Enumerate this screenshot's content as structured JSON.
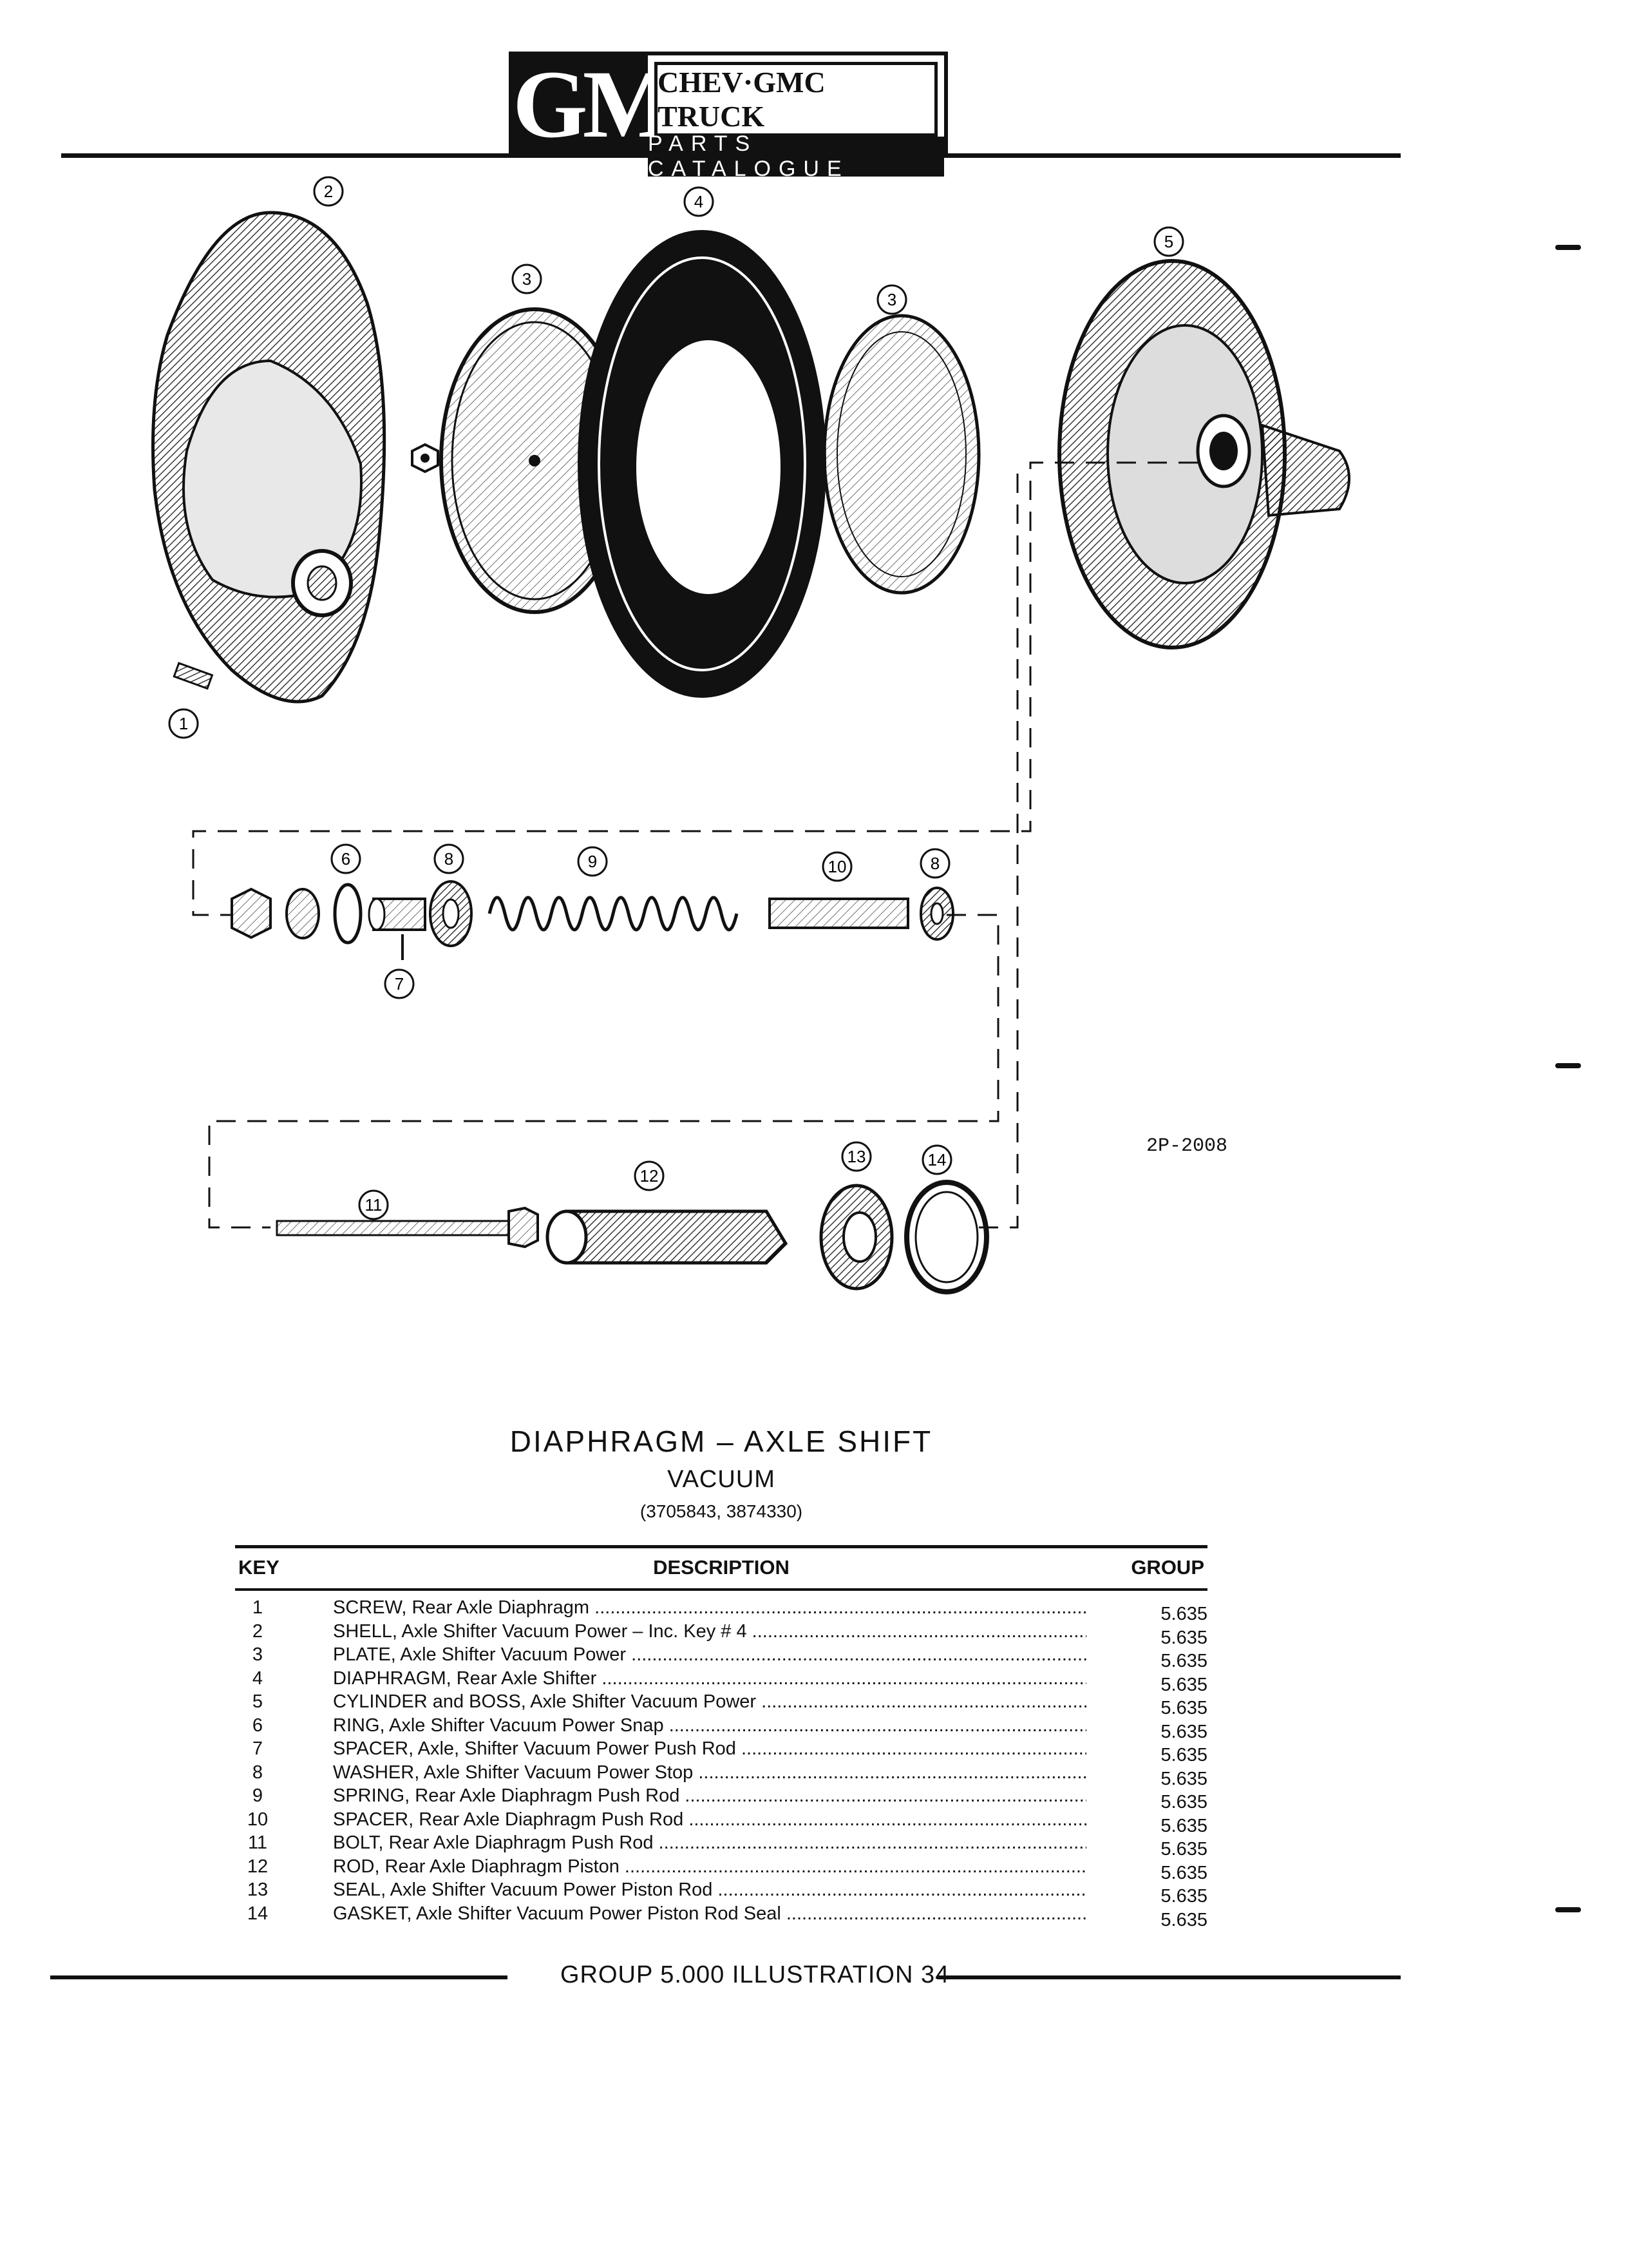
{
  "header": {
    "logo_text": "GM",
    "brand_line": "CHEV·GMC TRUCK",
    "catalogue_line": "PARTS CATALOGUE"
  },
  "illustration": {
    "ref_code": "2P-2008",
    "callouts": [
      "1",
      "2",
      "3",
      "3",
      "4",
      "5",
      "6",
      "7",
      "8",
      "8",
      "9",
      "10",
      "11",
      "12",
      "13",
      "14"
    ]
  },
  "title": {
    "line1": "DIAPHRAGM – AXLE SHIFT",
    "line2": "VACUUM",
    "line3": "(3705843, 3874330)"
  },
  "table": {
    "headers": {
      "key": "KEY",
      "description": "DESCRIPTION",
      "group": "GROUP"
    },
    "rows": [
      {
        "key": "1",
        "description": "SCREW, Rear Axle Diaphragm",
        "group": "5.635"
      },
      {
        "key": "2",
        "description": "SHELL, Axle Shifter Vacuum Power – Inc. Key # 4",
        "group": "5.635"
      },
      {
        "key": "3",
        "description": "PLATE, Axle Shifter Vacuum Power",
        "group": "5.635"
      },
      {
        "key": "4",
        "description": "DIAPHRAGM, Rear Axle Shifter",
        "group": "5.635"
      },
      {
        "key": "5",
        "description": "CYLINDER and BOSS, Axle Shifter Vacuum Power",
        "group": "5.635"
      },
      {
        "key": "6",
        "description": "RING, Axle Shifter Vacuum Power Snap",
        "group": "5.635"
      },
      {
        "key": "7",
        "description": "SPACER, Axle, Shifter Vacuum Power Push Rod",
        "group": "5.635"
      },
      {
        "key": "8",
        "description": "WASHER, Axle Shifter Vacuum Power Stop",
        "group": "5.635"
      },
      {
        "key": "9",
        "description": "SPRING, Rear Axle Diaphragm Push Rod",
        "group": "5.635"
      },
      {
        "key": "10",
        "description": "SPACER, Rear Axle Diaphragm Push Rod",
        "group": "5.635"
      },
      {
        "key": "11",
        "description": "BOLT, Rear Axle Diaphragm Push Rod",
        "group": "5.635"
      },
      {
        "key": "12",
        "description": "ROD, Rear Axle Diaphragm Piston",
        "group": "5.635"
      },
      {
        "key": "13",
        "description": "SEAL, Axle Shifter Vacuum Power Piston Rod",
        "group": "5.635"
      },
      {
        "key": "14",
        "description": "GASKET, Axle Shifter Vacuum Power Piston Rod Seal",
        "group": "5.635"
      }
    ]
  },
  "footer": {
    "text": "GROUP 5.000 ILLUSTRATION 34"
  }
}
